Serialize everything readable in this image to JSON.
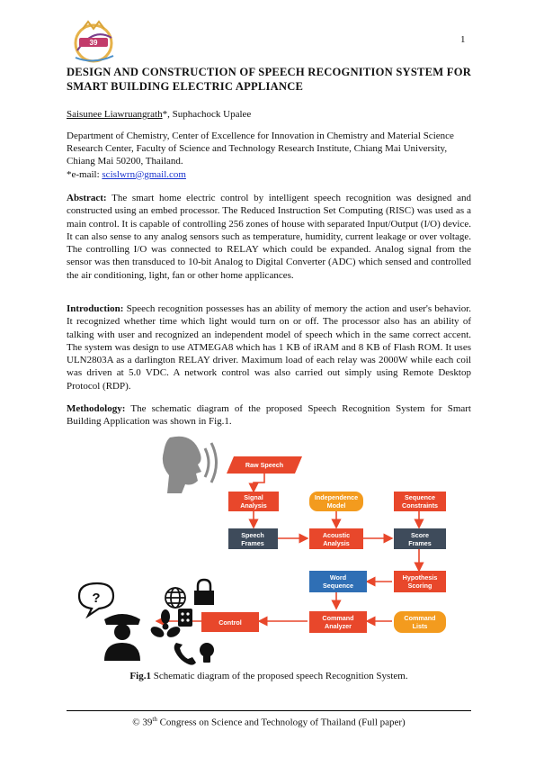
{
  "page_number": "1",
  "logo": {
    "text": "39"
  },
  "title": "DESIGN AND CONSTRUCTION OF SPEECH RECOGNITION SYSTEM FOR SMART BUILDING ELECTRIC APPLIANCE",
  "authors": {
    "first": "Saisunee Liawruangrath",
    "rest": "*, Suphachock Upalee"
  },
  "affiliation": {
    "text": "Department of Chemistry, Center of Excellence for Innovation in Chemistry and Material Science Research Center, Faculty of Science and Technology Research Institute, Chiang Mai University, Chiang Mai 50200, Thailand.",
    "email_label": "*e-mail: ",
    "email": "scislwrn@gmail.com"
  },
  "abstract": {
    "heading": "Abstract:",
    "text": " The smart home electric control by intelligent speech recognition was designed and constructed using an embed processor. The Reduced Instruction Set Computing (RISC) was used as a main control. It is capable of controlling 256 zones of house with separated Input/Output (I/O) device. It can also sense to any analog sensors such as temperature, humidity, current leakage or over voltage. The controlling I/O was connected to RELAY which could be expanded. Analog signal from the sensor was then transduced to 10-bit Analog to Digital Converter (ADC) which sensed and controlled the air conditioning, light, fan or other home applicances."
  },
  "introduction": {
    "heading": "Introduction:",
    "text": " Speech recognition possesses has an ability of memory the action and user's behavior. It recognized whether time which light would turn on or off. The processor also has an ability of talking with user and recognized an independent model of speech which in the same correct accent. The system was design to use ATMEGA8 which has 1 KB of iRAM and 8 KB of Flash ROM. It uses ULN2803A as a darlington RELAY driver. Maximum load of each relay was 2000W while each coil was driven at 5.0 VDC. A network control was also carried out simply using Remote Desktop Protocol (RDP)."
  },
  "methodology": {
    "heading": "Methodology:",
    "text": "  The schematic diagram of the proposed Speech Recognition System for Smart Building Application was shown in Fig.1."
  },
  "diagram": {
    "raw_speech": "Raw Speech",
    "signal_analysis": [
      "Signal",
      "Analysis"
    ],
    "independence_model": [
      "Independence",
      "Model"
    ],
    "sequence_constraints": [
      "Sequence",
      "Constraints"
    ],
    "speech_frames": [
      "Speech",
      "Frames"
    ],
    "acoustic_analysis": [
      "Acoustic",
      "Analysis"
    ],
    "score_frames": [
      "Score",
      "Frames"
    ],
    "word_sequence": [
      "Word",
      "Sequence"
    ],
    "hypothesis_scoring": [
      "Hypothesis",
      "Scoring"
    ],
    "control": "Control",
    "command_analyzer": [
      "Command",
      "Analyzer"
    ],
    "command_lists": [
      "Command",
      "Lists"
    ],
    "colors": {
      "red": "#e8472b",
      "orange": "#f39b1e",
      "blue": "#2f6fb5",
      "slate": "#3e4b5b"
    }
  },
  "caption": {
    "label": "Fig.1",
    "text": " Schematic diagram of the proposed speech Recognition System."
  },
  "footer": {
    "prefix": "© 39",
    "sup": "th",
    "text": " Congress on Science and Technology of Thailand (Full paper)"
  }
}
